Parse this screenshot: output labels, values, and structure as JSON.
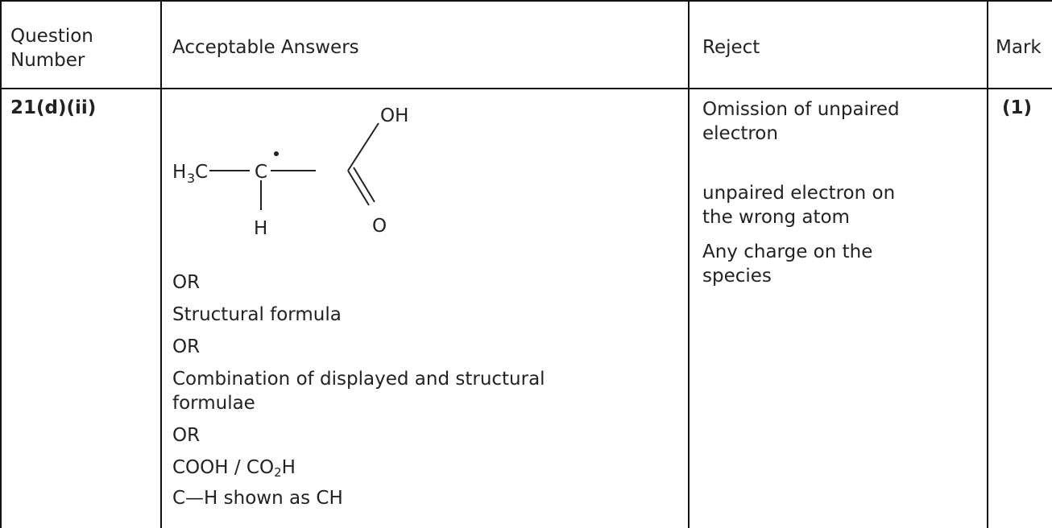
{
  "table": {
    "headers": {
      "question_number_line1": "Question",
      "question_number_line2": "Number",
      "acceptable_answers": "Acceptable Answers",
      "reject": "Reject",
      "mark": "Mark"
    },
    "row": {
      "question_number": "21(d)(ii)",
      "structure": {
        "oh": "OH",
        "h3c_main": "H",
        "h3c_sub": "3",
        "h3c_tail": "C",
        "carbon_radical": "C",
        "hydrogen": "H",
        "carbonyl_oxygen": "O"
      },
      "answers": [
        "OR",
        "Structural formula",
        "OR",
        "Combination of displayed and structural",
        "formulae",
        "OR",
        "COOH / CO",
        "H",
        "C—H shown as CH"
      ],
      "co2h_sub": "2",
      "reject": [
        "Omission of unpaired",
        "electron",
        "unpaired electron on",
        "the wrong atom",
        "Any charge on the",
        "species"
      ],
      "mark": "(1)"
    }
  }
}
